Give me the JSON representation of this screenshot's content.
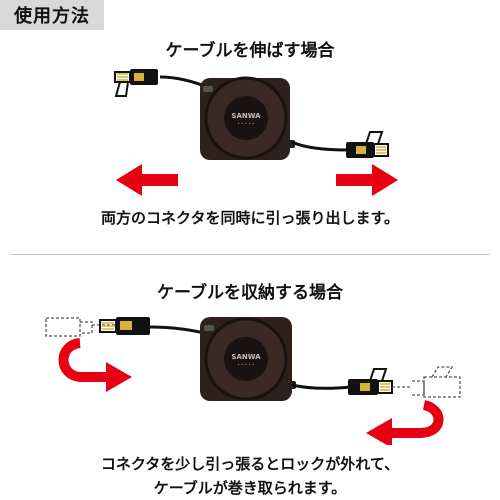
{
  "header": {
    "tag_label": "使用方法"
  },
  "extend": {
    "title": "ケーブルを伸ばす場合",
    "caption": "両方のコネクタを同時に引っ張り出します。"
  },
  "retract": {
    "title": "ケーブルを収納する場合",
    "caption_line1": "コネクタを少し引っ張るとロックが外れて、",
    "caption_line2": "ケーブルが巻き取られます。"
  },
  "device": {
    "brand_label": "SANWA"
  },
  "colors": {
    "arrow": "#e60012",
    "reel": "#3b2a24",
    "reel_dark": "#1a1210",
    "connector_gold": "#d6b23a"
  }
}
